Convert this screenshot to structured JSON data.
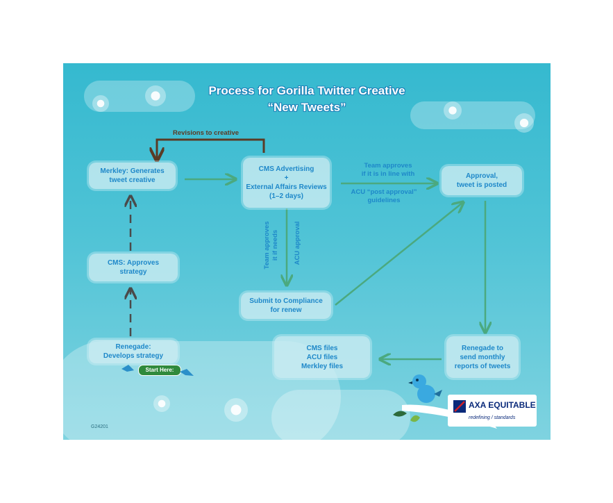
{
  "title_line1": "Process for Gorilla Twitter Creative",
  "title_line2": "“New Tweets”",
  "nodes": {
    "merkley": [
      "Merkley: Generates",
      "tweet creative"
    ],
    "cms_review": [
      "CMS Advertising",
      "+",
      "External Affairs Reviews",
      "(1–2 days)"
    ],
    "approval": [
      "Approval,",
      "tweet is posted"
    ],
    "cms_approves": [
      "CMS: Approves",
      "strategy"
    ],
    "compliance": [
      "Submit to Compliance",
      "for renew"
    ],
    "renegade_strategy": [
      "Renegade:",
      "Develops strategy"
    ],
    "renegade_reports": [
      "Renegade to",
      "send monthly",
      "reports of tweets"
    ],
    "files": [
      "CMS files",
      "ACU files",
      "Merkley files"
    ]
  },
  "edge_labels": {
    "revisions": "Revisions to creative",
    "team_approves_top": [
      "Team approves",
      "if it is in line with"
    ],
    "acu_post": [
      "ACU “post approval”",
      "guidelines"
    ],
    "team_approves_side": [
      "Team approves",
      "it if needs"
    ],
    "acu_approval": "ACU approval"
  },
  "start_label": "Start Here:",
  "code": "G24201",
  "logo": {
    "name": "AXA EQUITABLE",
    "tagline": "redefining / standards"
  },
  "colors": {
    "arrow": "#4ba97f",
    "dashed": "#4a4a4a",
    "revision": "#5a3b25",
    "text": "#1e88c9"
  }
}
